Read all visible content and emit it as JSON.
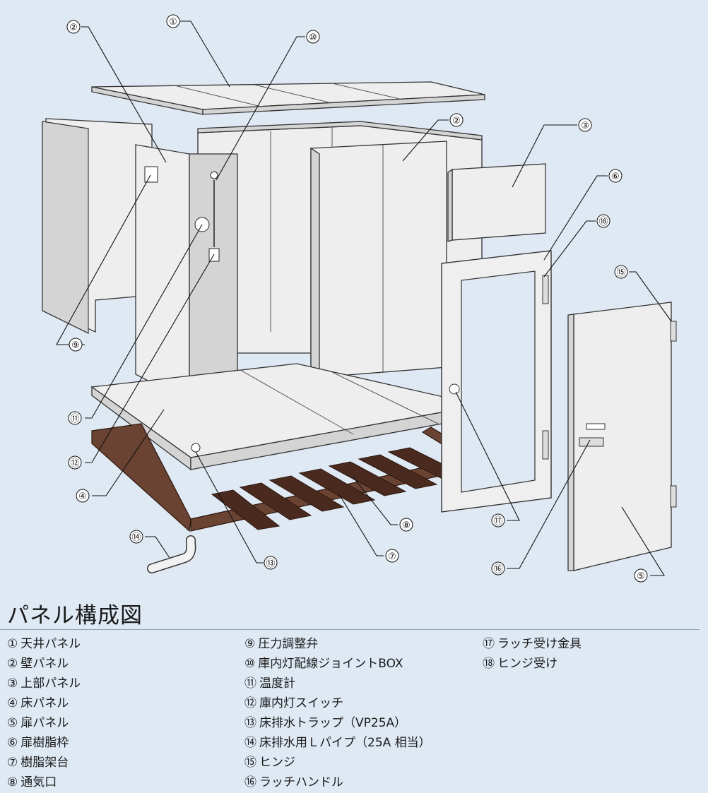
{
  "title": "パネル構成図",
  "callout_nums": {
    "n1": "①",
    "n2": "②",
    "n3": "③",
    "n4": "④",
    "n5": "⑤",
    "n6": "⑥",
    "n7": "⑦",
    "n8": "⑧",
    "n9": "⑨",
    "n10": "⑩",
    "n11": "⑪",
    "n12": "⑫",
    "n13": "⑬",
    "n14": "⑭",
    "n15": "⑮",
    "n16": "⑯",
    "n17": "⑰",
    "n18": "⑱"
  },
  "legend": [
    [
      {
        "num": "①",
        "label": "天井パネル"
      },
      {
        "num": "②",
        "label": "壁パネル"
      },
      {
        "num": "③",
        "label": "上部パネル"
      },
      {
        "num": "④",
        "label": "床パネル"
      },
      {
        "num": "⑤",
        "label": "扉パネル"
      },
      {
        "num": "⑥",
        "label": "扉樹脂枠"
      },
      {
        "num": "⑦",
        "label": "樹脂架台"
      },
      {
        "num": "⑧",
        "label": "通気口"
      }
    ],
    [
      {
        "num": "⑨",
        "label": "圧力調整弁"
      },
      {
        "num": "⑩",
        "label": "庫内灯配線ジョイントBOX"
      },
      {
        "num": "⑪",
        "label": "温度計"
      },
      {
        "num": "⑫",
        "label": "庫内灯スイッチ"
      },
      {
        "num": "⑬",
        "label": "床排水トラップ（VP25A）"
      },
      {
        "num": "⑭",
        "label": "床排水用Ｌパイプ（25A 相当）"
      },
      {
        "num": "⑮",
        "label": "ヒンジ"
      },
      {
        "num": "⑯",
        "label": "ラッチハンドル"
      }
    ],
    [
      {
        "num": "⑰",
        "label": "ラッチ受け金具"
      },
      {
        "num": "⑱",
        "label": "ヒンジ受け"
      }
    ]
  ]
}
